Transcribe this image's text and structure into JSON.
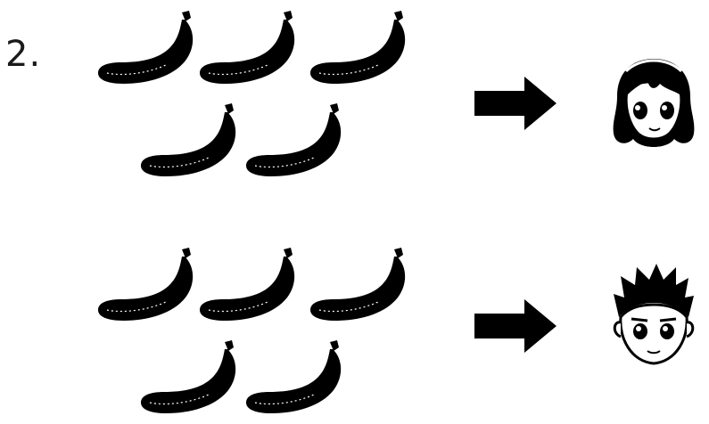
{
  "question": {
    "number": "2."
  },
  "rows": [
    {
      "banana_count": 5,
      "arrow_icon": "right-arrow-icon",
      "face_icon": "girl-face-icon"
    },
    {
      "banana_count": 5,
      "arrow_icon": "right-arrow-icon",
      "face_icon": "boy-face-icon"
    }
  ],
  "colors": {
    "ink": "#000000",
    "background": "#ffffff"
  }
}
